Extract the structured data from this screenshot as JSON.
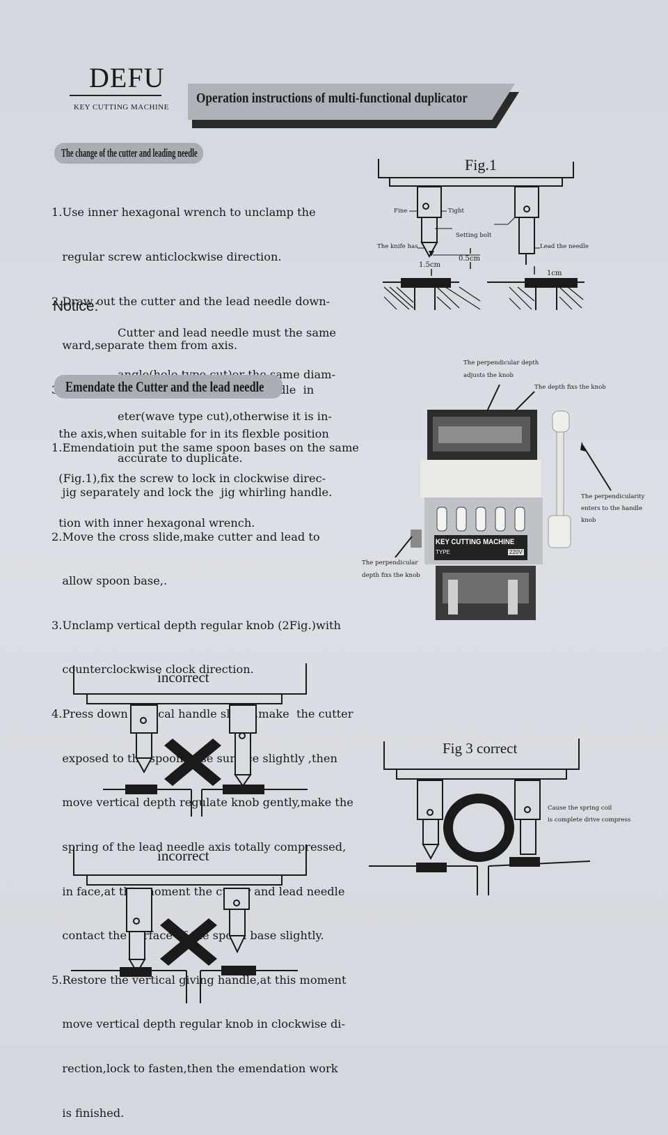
{
  "header": {
    "brand": "DEFU",
    "subtitle": "KEY CUTTING MACHINE",
    "banner": "Operation instructions of multi-functional duplicator"
  },
  "section1": {
    "title": "The change of the cutter and leading needle",
    "lines": [
      "1.Use inner hexagonal wrench to unclamp the",
      "   regular screw anticlockwise direction.",
      "2.Draw out the cutter and the lead needle down-",
      "   ward,separate them from axis.",
      "3.Insert the new cutter and leading needle  in",
      "  the axis,when suitable for in its flexble position",
      "  (Fig.1),fix the screw to lock in clockwise direc-",
      "  tion with inner hexagonal wrench."
    ],
    "notice_label": "Notice:",
    "notice_lines": [
      "Cutter and lead needle must the same",
      "angle(hole type cut)or the same diam-",
      "eter(wave type cut),otherwise it is in-",
      "accurate to duplicate."
    ]
  },
  "fig1": {
    "title": "Fig.1",
    "labels": {
      "fine": "Fine",
      "tight": "Tight",
      "setting_bolt": "Setting bolt",
      "knife": "The knife has",
      "lead": "Lead the needle",
      "d05": "0.5cm",
      "d15": "1.5cm",
      "d1": "1cm"
    }
  },
  "section2": {
    "title": "Emendate the Cutter and the lead needle",
    "lines": [
      "1.Emendatioin put the same spoon bases on the same",
      "   jig separately and lock the  jig whirling handle.",
      "2.Move the cross slide,make cutter and lead to",
      "   allow spoon base,.",
      "3.Unclamp vertical depth regular knob (2Fig.)with",
      "   counterclockwise clock direction.",
      "4.Press down vertical handle slowly,make  the cutter",
      "   exposed to the spoon base surface slightly ,then",
      "   move vertical depth regulate knob gently,make the",
      "   spring of the lead needle axis totally compressed,",
      "   in face,at this moment the cutter and lead needle",
      "   contact the surface of the spoon base slightly.",
      "5.Restore the vertical giving handle,at this moment",
      "   move vertical depth regular knob in clockwise di-",
      "   rection,lock to fasten,then the emendation work",
      "   is finished."
    ]
  },
  "fig2": {
    "label_top1": "The perpendicular depth",
    "label_top2": "adjusts the knob",
    "label_depth": "The depth fixs the knob",
    "label_right": [
      "The perpendicularity",
      "enters to the handle",
      "knob"
    ],
    "label_bottom": [
      "The perpendicular",
      "depth fixs the knob"
    ],
    "machine_name": "KEY CUTTING MACHINE",
    "type_label": "TYPE",
    "voltage": "220V"
  },
  "incorrect1": {
    "label": "incorrect"
  },
  "incorrect2": {
    "label": "incorrect"
  },
  "fig3": {
    "label": "Fig 3 correct",
    "note": [
      "Cause the spring coil",
      "is complete drive compress"
    ]
  }
}
